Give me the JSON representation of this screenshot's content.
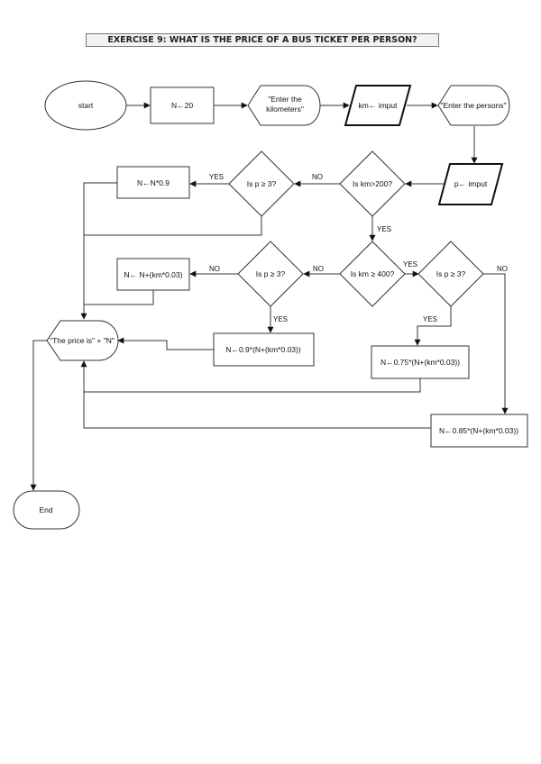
{
  "title": "EXERCISE 9: WHAT IS THE PRICE OF A BUS TICKET PER PERSON?",
  "nodes": {
    "start": "start",
    "init": "N←20",
    "prompt_km_line1": "\"Enter the",
    "prompt_km_line2": "kilometers\"",
    "input_km": "km← imput",
    "prompt_persons": "\"Enter the persons\"",
    "input_p": "p← imput",
    "decision_km200": "Is km>200?",
    "decision_p_top": "Is p ≥ 3?",
    "assign_09": "N←N*0.9",
    "decision_km400": "Is km ≥ 400?",
    "decision_p_left": "Is p ≥ 3?",
    "decision_p_right": "Is p ≥ 3?",
    "assign_add": "N← N+(km*0.03)",
    "assign_09_add": "N←0.9*(N+(km*0.03))",
    "assign_075_add": "N←0.75*(N+(km*0.03))",
    "assign_085_add": "N←0.85*(N+(km*0.03))",
    "output": "\"The price is\" + \"N\"",
    "end": "End"
  },
  "labels": {
    "yes": "YES",
    "no": "NO"
  }
}
